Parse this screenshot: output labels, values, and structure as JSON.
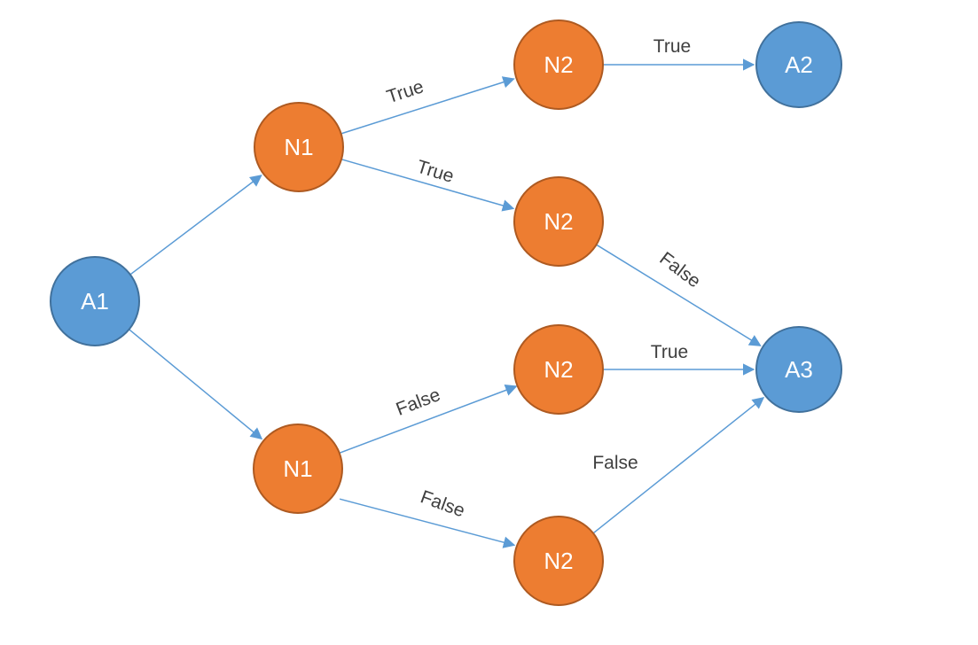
{
  "diagram": {
    "type": "decision-tree-graph",
    "background": "#ffffff",
    "colors": {
      "action_node_fill": "#5b9bd5",
      "action_node_border": "#41719c",
      "decision_node_fill": "#ed7d31",
      "decision_node_border": "#ae5a21",
      "connector": "#5b9bd5",
      "node_label_text": "#ffffff",
      "edge_label_text": "#3f3f3f"
    },
    "nodes": [
      {
        "id": "A1",
        "label": "A1",
        "type": "action"
      },
      {
        "id": "N1-top",
        "label": "N1",
        "type": "decision"
      },
      {
        "id": "N1-bottom",
        "label": "N1",
        "type": "decision"
      },
      {
        "id": "N2-top",
        "label": "N2",
        "type": "decision"
      },
      {
        "id": "N2-upper-middle",
        "label": "N2",
        "type": "decision"
      },
      {
        "id": "N2-lower-middle",
        "label": "N2",
        "type": "decision"
      },
      {
        "id": "N2-bottom",
        "label": "N2",
        "type": "decision"
      },
      {
        "id": "A2",
        "label": "A2",
        "type": "action"
      },
      {
        "id": "A3",
        "label": "A3",
        "type": "action"
      }
    ],
    "edges": [
      {
        "from": "A1",
        "to": "N1-top",
        "label": ""
      },
      {
        "from": "A1",
        "to": "N1-bottom",
        "label": ""
      },
      {
        "from": "N1-top",
        "to": "N2-top",
        "label": "True"
      },
      {
        "from": "N1-top",
        "to": "N2-upper-middle",
        "label": "True"
      },
      {
        "from": "N2-top",
        "to": "A2",
        "label": "True"
      },
      {
        "from": "N2-upper-middle",
        "to": "A3",
        "label": "False"
      },
      {
        "from": "N1-bottom",
        "to": "N2-lower-middle",
        "label": "False"
      },
      {
        "from": "N1-bottom",
        "to": "N2-bottom",
        "label": "False"
      },
      {
        "from": "N2-lower-middle",
        "to": "A3",
        "label": "True"
      },
      {
        "from": "N2-bottom",
        "to": "A3",
        "label": "False"
      }
    ]
  }
}
